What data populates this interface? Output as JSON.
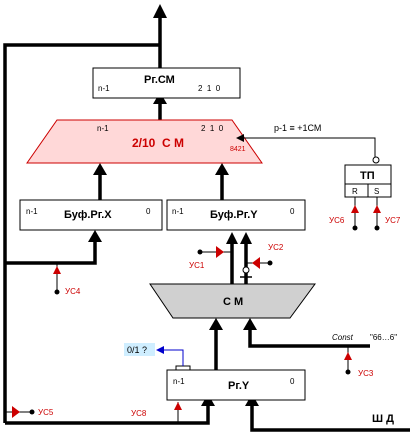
{
  "colors": {
    "line": "#000000",
    "control": "#cc0000",
    "adder_fill": "#ffd8d8",
    "adder_stroke": "#cc0000",
    "cm_fill": "#d0d0d0",
    "query_arrow": "#0000cc",
    "query_fill": "#cfeeff"
  },
  "blocks": {
    "rg_cm": {
      "label": "Рг.СМ",
      "msb": "n-1",
      "digits": "2  1  0"
    },
    "adder": {
      "label": "2/10  С М",
      "subscript": "8421",
      "msb": "n-1",
      "digits": "2  1  0"
    },
    "buf_x": {
      "label": "Буф.Рг.Х",
      "msb": "n-1",
      "lsb": "0"
    },
    "buf_y": {
      "label": "Буф.Рг.Y",
      "msb": "n-1",
      "lsb": "0"
    },
    "cm": {
      "label": "С М"
    },
    "rg_y": {
      "label": "Рг.Y",
      "msb": "n-1",
      "lsb": "0"
    },
    "tp": {
      "label": "ТП",
      "r": "R",
      "s": "S"
    }
  },
  "texts": {
    "carry": "p-1 ≡ +1СМ",
    "const_word": "Const",
    "const_value": "\"66…6\"",
    "query": "0/1 ?",
    "bus": "Ш Д"
  },
  "controls": [
    "УС1",
    "УС2",
    "УС3",
    "УС4",
    "УС5",
    "УС6",
    "УС7",
    "УС8"
  ]
}
